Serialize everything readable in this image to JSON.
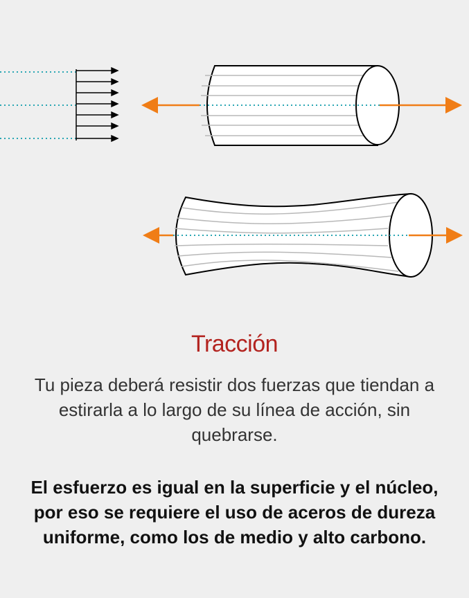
{
  "title": "Tracción",
  "description": "Tu pieza deberá resistir dos fuerzas que tiendan a estirarla a lo largo de su línea de acción, sin quebrarse.",
  "note": "El esfuerzo es igual en la superficie y el núcleo, por eso se requiere el uso de aceros de dureza uniforme, como los de medio y alto carbono.",
  "colors": {
    "background": "#efefef",
    "title": "#b3231f",
    "force_arrow": "#f07d16",
    "axis_line": "#2aa6b3",
    "outline": "#000000",
    "fiber_lines": "#b8b8b8"
  }
}
